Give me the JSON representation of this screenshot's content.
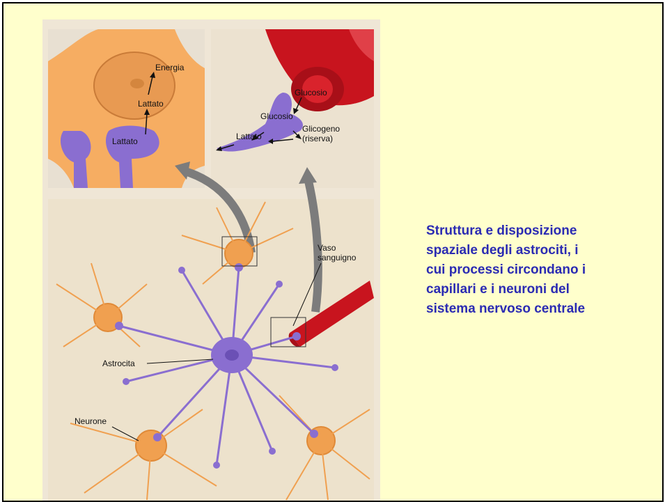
{
  "caption": {
    "lines": [
      "Struttura e disposizione",
      "spaziale degli astrociti, i",
      "cui processi circondano i",
      "capillari e i neuroni del",
      "sistema nervoso centrale"
    ]
  },
  "diagram": {
    "inset_left": {
      "energia": "Energia",
      "lattato_top": "Lattato",
      "lattato_bottom": "Lattato"
    },
    "inset_right": {
      "glucosio_top": "Glucosio",
      "glucosio_mid": "Glucosio",
      "glicogeno": "Glicogeno",
      "riserva": "(riserva)",
      "lattato": "Lattato"
    },
    "main": {
      "vaso": "Vaso",
      "sanguigno": "sanguigno",
      "astrocita": "Astrocita",
      "neurone": "Neurone"
    }
  },
  "colors": {
    "caption": "#2b2bb3",
    "slide_background": "#ffffcc",
    "neuron": "#f0a050",
    "astrocyte": "#8a6ed0",
    "vessel": "#c8141e"
  }
}
